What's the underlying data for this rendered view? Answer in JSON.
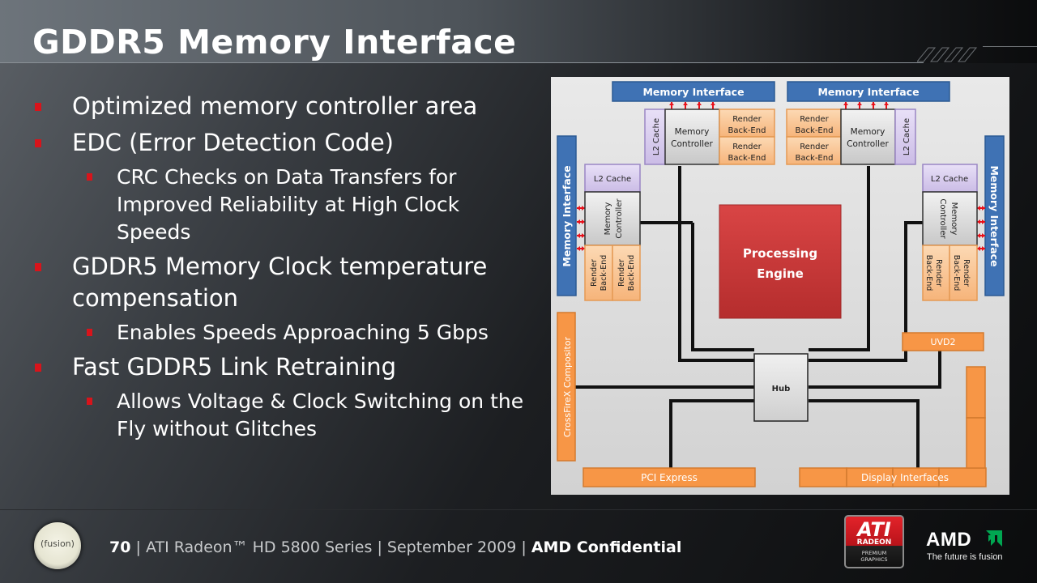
{
  "slide": {
    "title": "GDDR5 Memory Interface",
    "bullets": [
      {
        "level": 1,
        "text": "Optimized memory controller area"
      },
      {
        "level": 1,
        "text": "EDC (Error Detection Code)"
      },
      {
        "level": 2,
        "text": "CRC Checks on Data Transfers for Improved Reliability at High Clock Speeds"
      },
      {
        "level": 1,
        "text": "GDDR5 Memory Clock temperature compensation"
      },
      {
        "level": 2,
        "text": "Enables Speeds Approaching 5 Gbps"
      },
      {
        "level": 1,
        "text": "Fast GDDR5 Link Retraining"
      },
      {
        "level": 2,
        "text": "Allows Voltage & Clock Switching on the Fly without Glitches"
      }
    ],
    "bullet_color": "#d8141b"
  },
  "diagram": {
    "labels": {
      "memory_interface": "Memory Interface",
      "memory_controller_line1": "Memory",
      "memory_controller_line2": "Controller",
      "l2_cache": "L2 Cache",
      "render_line1": "Render",
      "render_line2": "Back-End",
      "processing_engine_line1": "Processing",
      "processing_engine_line2": "Engine",
      "hub": "Hub",
      "uvd2": "UVD2",
      "crossfirex": "CrossFireX Compositor",
      "pci_express": "PCI Express",
      "display_interfaces": "Display Interfaces"
    },
    "colors": {
      "memory_interface": "#3f72b4",
      "l2_cache": "#d9cdef",
      "render_backend": "#fac99a",
      "processing_engine": "#c93434",
      "io_block": "#f79646",
      "arrow": "#e8101a"
    }
  },
  "footer": {
    "page_number": "70",
    "series": "ATI Radeon™ HD 5800 Series",
    "date": "September 2009",
    "confidential": "AMD Confidential",
    "separator": "|",
    "fusion_logo_text": "(fusion)",
    "ati_logo": {
      "brand": "ATI",
      "sub": "RADEON",
      "line1": "PREMIUM",
      "line2": "GRAPHICS"
    },
    "amd_logo": {
      "word": "AMD",
      "tagline": "The future is fusion"
    }
  }
}
